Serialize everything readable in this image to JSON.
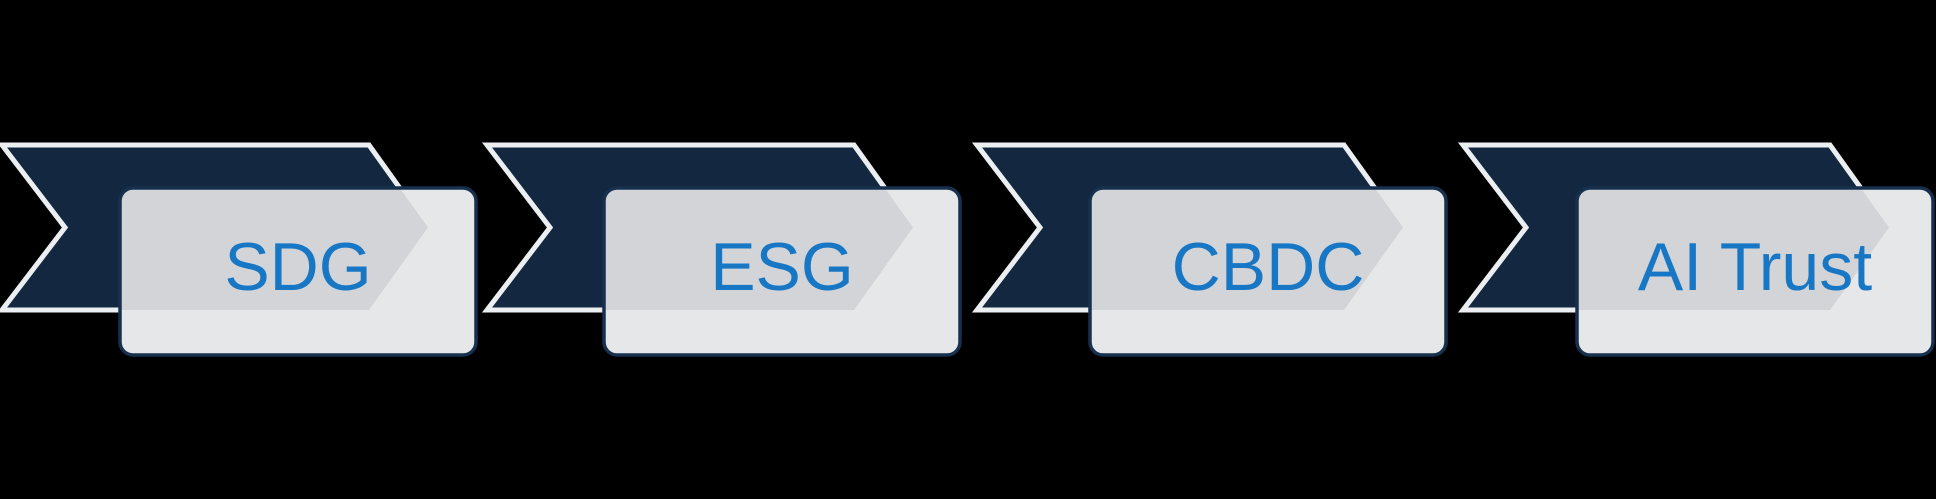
{
  "diagram": {
    "kind": "process-flow-chevrons",
    "flow_direction": "left-to-right",
    "background_color": "#000000",
    "steps": [
      {
        "label": "SDG"
      },
      {
        "label": "ESG"
      },
      {
        "label": "CBDC"
      },
      {
        "label": "AI Trust"
      }
    ],
    "colors": {
      "chevron": "#132840",
      "chevron_outline": "#eceff2",
      "card_fill": "#e6e7e8",
      "card_shade": "#d2d4d7",
      "card_border": "#17304e",
      "label_text": "#1877c5"
    }
  }
}
